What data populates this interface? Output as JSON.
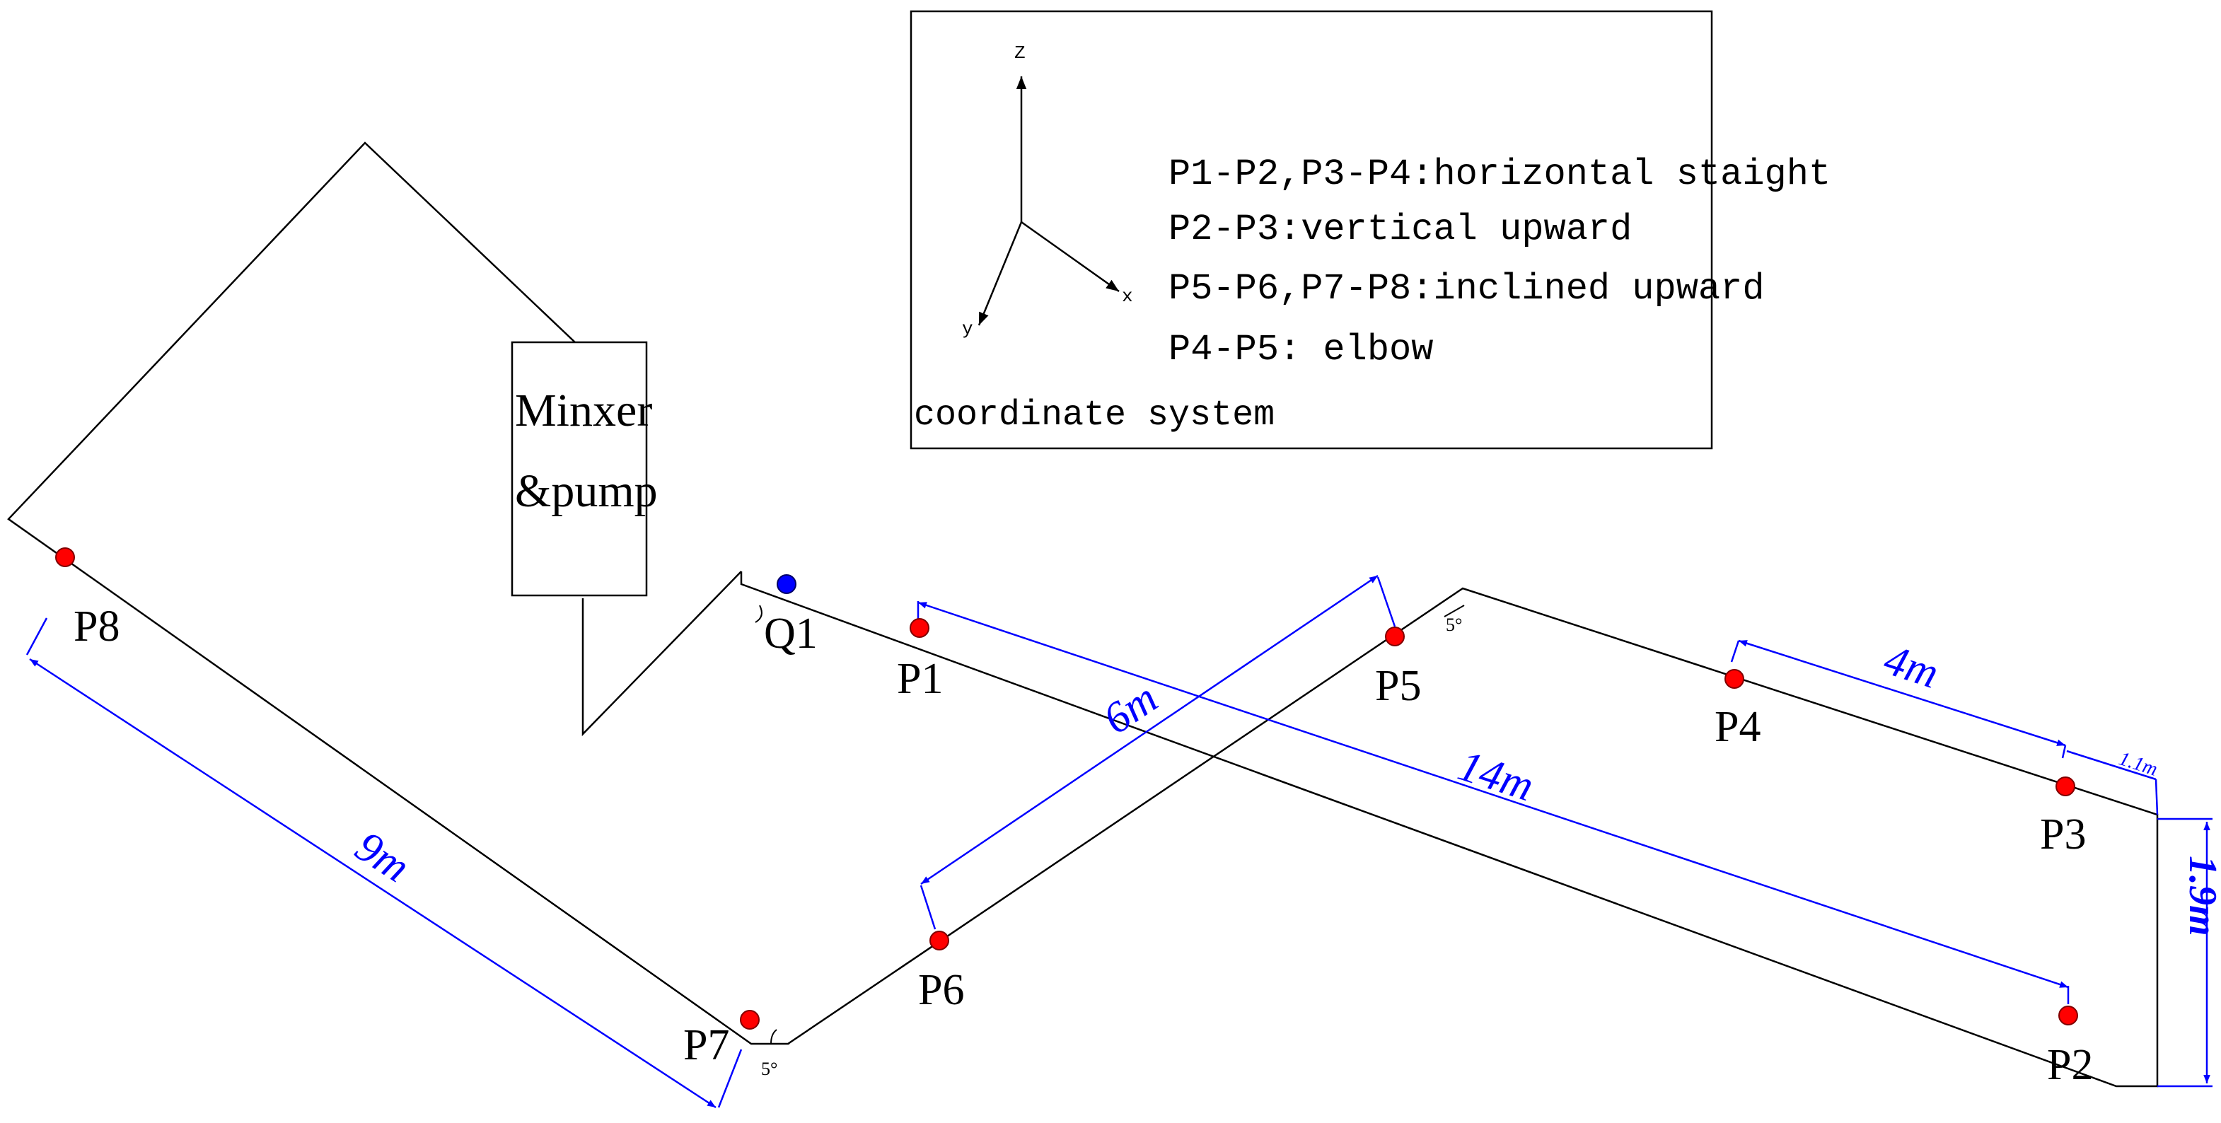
{
  "colors": {
    "line": "#000000",
    "dimension": "#0000ff",
    "measure_point": "#ff0000",
    "pressure_point": "#0000ff"
  },
  "equipment": {
    "label_line1": "Minxer",
    "label_line2": "&pump"
  },
  "points": {
    "q1": "Q1",
    "p1": "P1",
    "p2": "P2",
    "p3": "P3",
    "p4": "P4",
    "p5": "P5",
    "p6": "P6",
    "p7": "P7",
    "p8": "P8"
  },
  "dimensions": {
    "p1_p2": "14m",
    "p3_p4": "4m",
    "p5_p6": "6m",
    "p7_p8": "9m",
    "p2_p3": "1.9m",
    "p3_end": "1.1m"
  },
  "angles": {
    "p5": "5°",
    "p7": "5°"
  },
  "legend": {
    "axis_z": "Z",
    "axis_x": "x",
    "axis_y": "y",
    "lines": [
      "P1-P2,P3-P4:horizontal staight",
      "P2-P3:vertical upward",
      "P5-P6,P7-P8:inclined upward",
      "P4-P5: elbow"
    ],
    "caption": "coordinate system"
  }
}
